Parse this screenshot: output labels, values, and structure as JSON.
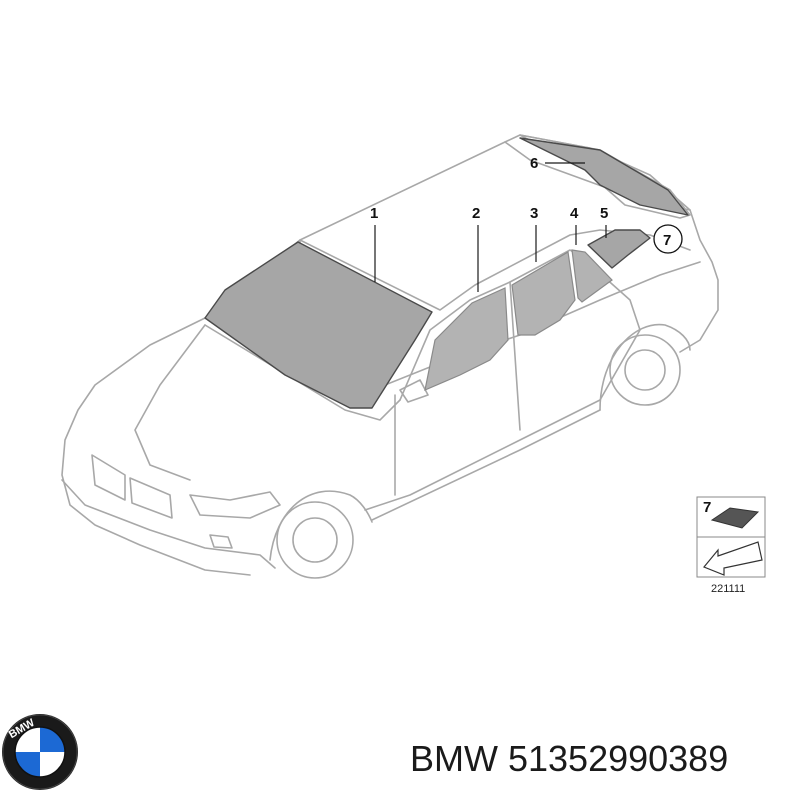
{
  "diagram": {
    "callouts": [
      {
        "number": "1",
        "part": "windshield"
      },
      {
        "number": "2",
        "part": "front-door-window"
      },
      {
        "number": "3",
        "part": "rear-door-window"
      },
      {
        "number": "4",
        "part": "rear-door-fixed-window"
      },
      {
        "number": "5",
        "part": "quarter-window"
      },
      {
        "number": "6",
        "part": "rear-spoiler-glass"
      },
      {
        "number": "7",
        "part": "circled-reference"
      }
    ],
    "legend": {
      "number": "7",
      "code": "221111"
    }
  },
  "logo": {
    "icon": "bmw-roundel-icon",
    "text": "BMW",
    "colors": {
      "blue": "#1c69d4",
      "white": "#ffffff",
      "ring": "#111111"
    }
  },
  "caption": {
    "brand": "BMW",
    "part_number": "51352990389"
  }
}
